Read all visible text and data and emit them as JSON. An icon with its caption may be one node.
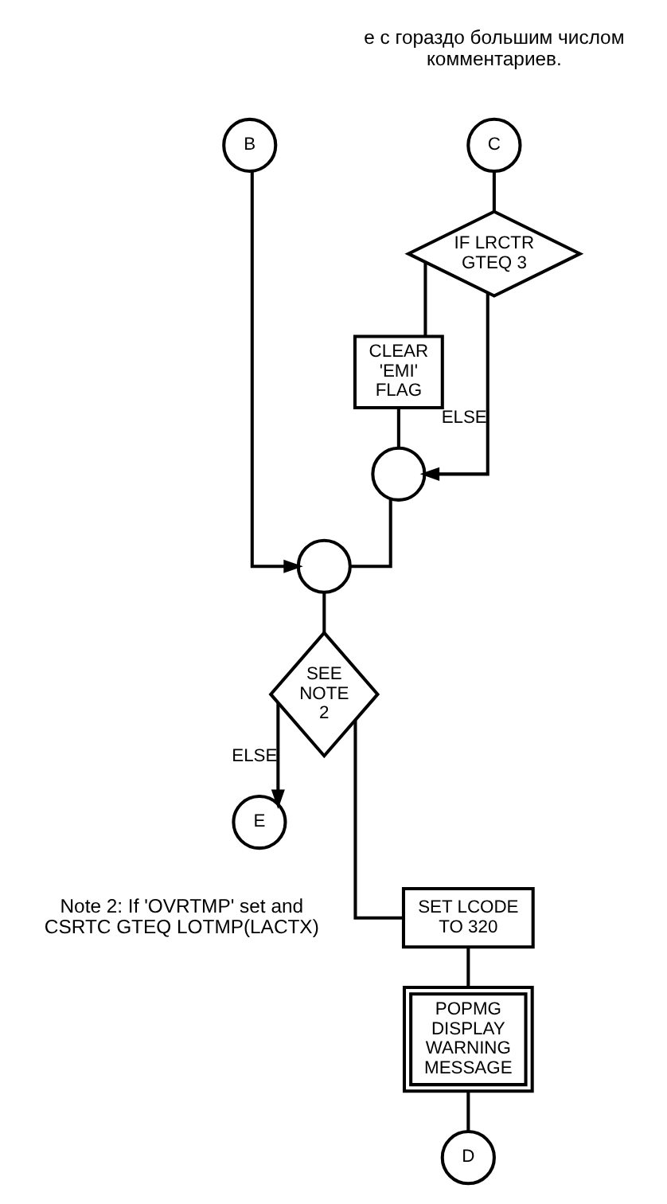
{
  "diagram": {
    "nodes": [
      {
        "text": [
          "C"
        ]
      },
      {
        "text": [
          "IF LRCTR GTEQ 3"
        ]
      },
      {
        "text": [
          "CLEAR 'EMI' FLAG"
        ]
      },
      {
        "text": [],
        "shape": "circle"
      },
      {
        "text": [
          "B"
        ]
      },
      {
        "text": [],
        "shape": "circle"
      },
      {
        "text": [
          "SEE NOTE 2"
        ]
      },
      {
        "text": [
          "E"
        ]
      },
      {
        "text": [
          "SET LCODE TO 320"
        ]
      },
      {
        "text": [
          "POPMG DISPLAY WARNING MESSAGE"
        ]
      },
      {
        "text": [
          "D"
        ]
      }
    ],
    "edges": [
      {
        "from": 0,
        "to": 1,
        "arrow": "none"
      },
      {
        "from": 1,
        "to": 2,
        "arrow": "none"
      },
      {
        "from": 2,
        "to": 3,
        "arrow": "none"
      },
      {
        "from": 1,
        "to": 3,
        "arrow": "to",
        "label": "ELSE"
      },
      {
        "from": 3,
        "to": 5,
        "arrow": "none"
      },
      {
        "from": 4,
        "to": 5,
        "arrow": "to"
      },
      {
        "from": 5,
        "to": 6,
        "arrow": "none"
      },
      {
        "from": 6,
        "to": 7,
        "arrow": "to",
        "label": "ELSE"
      },
      {
        "from": 6,
        "to": 8,
        "arrow": "none"
      },
      {
        "from": 8,
        "to": 9,
        "arrow": "none"
      },
      {
        "from": 9,
        "to": 10,
        "arrow": "none"
      }
    ],
    "labels": [
      "е с гораздо большим числом комментариев.",
      "Note 2: If 'OVRTMP' set and CSRTC GTEQ LOTMP(LACTX)"
    ]
  }
}
